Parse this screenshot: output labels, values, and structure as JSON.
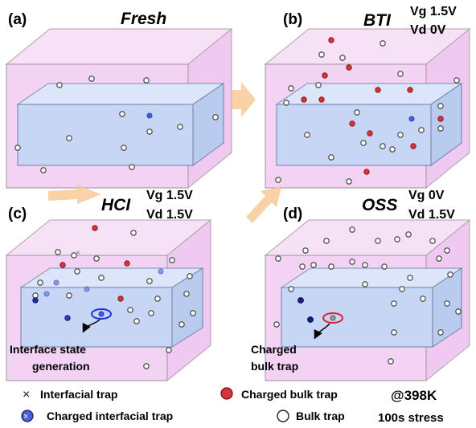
{
  "panels": [
    {
      "id": "a",
      "label": "(a)",
      "title": "Fresh",
      "vg": "",
      "vd": ""
    },
    {
      "id": "b",
      "label": "(b)",
      "title": "BTI",
      "vg": "Vg 1.5V",
      "vd": "Vd  0V"
    },
    {
      "id": "c",
      "label": "(c)",
      "title": "HCI",
      "vg": "Vg 1.5V",
      "vd": "Vd 1.5V"
    },
    {
      "id": "d",
      "label": "(d)",
      "title": "OSS",
      "vg": "Vg  0V",
      "vd": "Vd 1.5V"
    }
  ],
  "annotations": {
    "interface_state": [
      "Interface state",
      "generation"
    ],
    "charged_bulk": [
      "Charged",
      "bulk trap"
    ]
  },
  "legend": {
    "interfacial_trap": "Interfacial trap",
    "charged_interfacial_trap": "Charged interfacial trap",
    "charged_bulk_trap": "Charged bulk trap",
    "bulk_trap": "Bulk trap"
  },
  "conditions": {
    "temperature": "@398K",
    "stress": "100s stress"
  },
  "colors": {
    "outer_box": "#f2d4f2",
    "inner_box": "#c9d9f5",
    "charged_bulk": "#d9323a",
    "charged_interface": "#2b3fcf",
    "arrow": "#f5b46a"
  }
}
